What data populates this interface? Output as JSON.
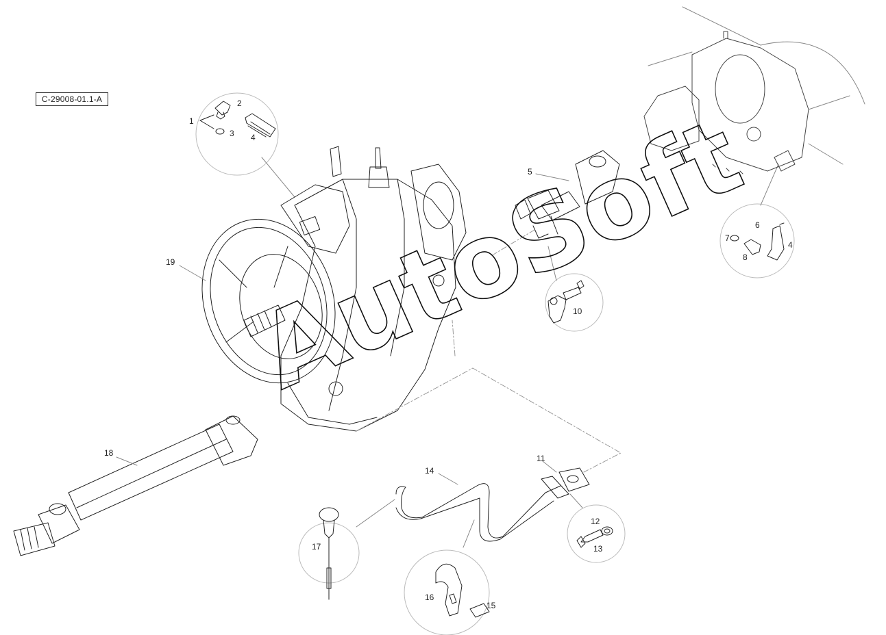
{
  "diagram": {
    "reference_code": "C-29008-01.1-A",
    "watermark": "AutoSoft",
    "callouts": {
      "c1": "1",
      "c2": "2",
      "c3": "3",
      "c4a": "4",
      "c4b": "4",
      "c5": "5",
      "c6": "6",
      "c7": "7",
      "c8": "8",
      "c10": "10",
      "c11": "11",
      "c12": "12",
      "c13": "13",
      "c14": "14",
      "c15": "15",
      "c16": "16",
      "c17": "17",
      "c18": "18",
      "c19": "19"
    }
  }
}
